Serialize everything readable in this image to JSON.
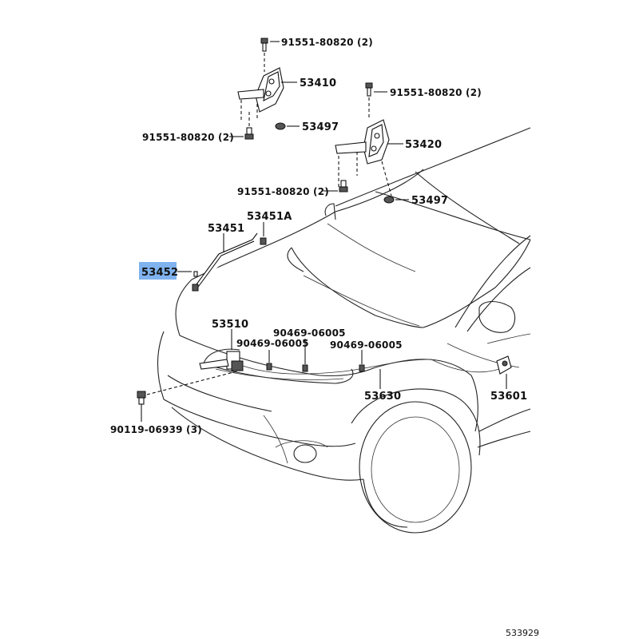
{
  "diagram": {
    "figure_number": "533929",
    "highlight_color": "#7fb2ee",
    "parts": {
      "hinge_lh": "53410",
      "hinge_rh": "53420",
      "cushion_lh": "53497",
      "cushion_rh": "53497",
      "hood_support_rod": "53451",
      "rod_holder": "53451A",
      "rod_clip_highlighted": "53452",
      "hood_lock": "53510",
      "release_cable": "53630",
      "release_lever": "53601"
    },
    "fasteners": {
      "hinge_lh_top_bolt": "91551-80820 (2)",
      "hinge_lh_bottom_bolt": "91551-80820 (2)",
      "hinge_rh_top_bolt": "91551-80820 (2)",
      "hinge_rh_bottom_bolt": "91551-80820 (2)",
      "lock_bolt": "90119-06939 (3)",
      "clamp_a": "90469-06005",
      "clamp_b": "90469-06005",
      "clamp_c": "90469-06005"
    }
  }
}
